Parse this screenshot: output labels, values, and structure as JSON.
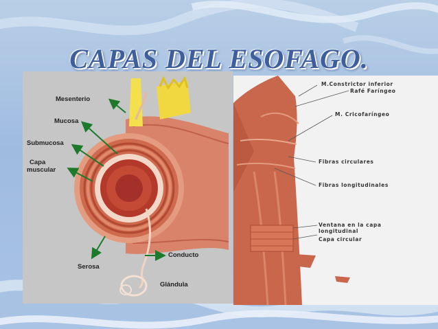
{
  "slide": {
    "title": "CAPAS DEL ESOFAGO."
  },
  "diagram": {
    "labels": {
      "mesenterio": "Mesenterio",
      "mucosa": "Mucosa",
      "submucosa": "Submucosa",
      "capa_muscular_1": "Capa",
      "capa_muscular_2": "muscular",
      "serosa": "Serosa",
      "conducto": "Conducto",
      "glandula": "Glándula"
    },
    "colors": {
      "arrow": "#1c7a2a",
      "muscle": "#c85a3e",
      "mucosa": "#a83224",
      "fat": "#f2de4a"
    }
  },
  "anatomy": {
    "labels": {
      "constrictor": "M.Constrictor inferior",
      "rafe": "Rafé Faríngeo",
      "cricofaringeo": "M. Cricofaríngeo",
      "circulares": "Fibras circulares",
      "longitudinales": "Fibras longitudinales",
      "ventana_1": "Ventana en la capa",
      "ventana_2": "longitudinal",
      "capa_circular": "Capa circular"
    }
  }
}
